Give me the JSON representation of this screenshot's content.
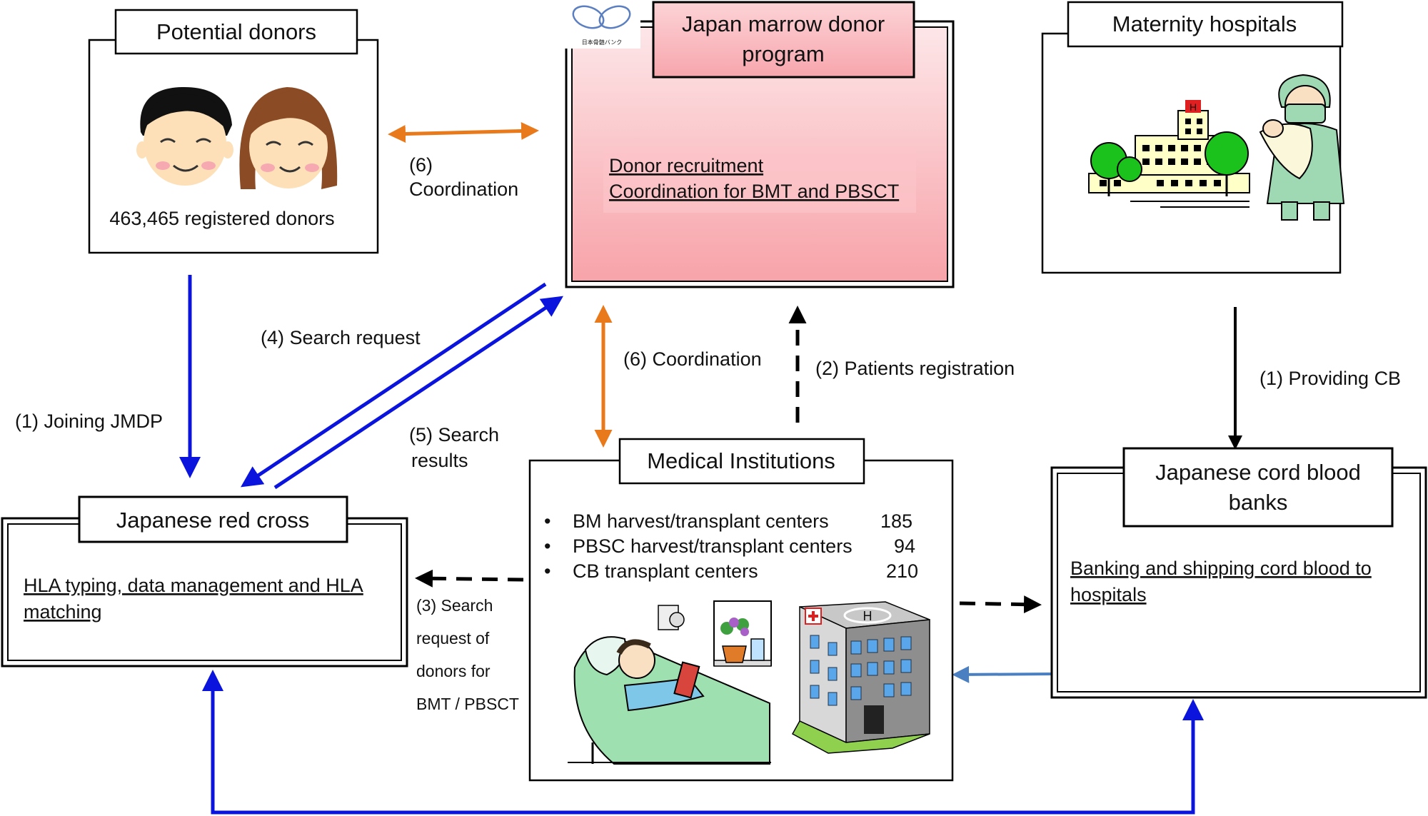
{
  "boxes": {
    "potential_donors": {
      "title": "Potential donors",
      "count_text": "463,465 registered donors"
    },
    "jmdp": {
      "title_line1": "Japan marrow donor",
      "title_line2": "program",
      "logo_text": "日本骨髄バンク",
      "duty_line1": "Donor recruitment ",
      "duty_line2": "Coordination for BMT and PBSCT"
    },
    "maternity": {
      "title": "Maternity hospitals"
    },
    "red_cross": {
      "title": "Japanese red cross",
      "duty_line1": "HLA typing, data management and HLA",
      "duty_line2": "matching"
    },
    "medical": {
      "title": "Medical Institutions",
      "centers": [
        {
          "label": "BM harvest/transplant centers",
          "count": "185"
        },
        {
          "label": "PBSC harvest/transplant centers",
          "count": "94"
        },
        {
          "label": "CB transplant centers",
          "count": "210"
        }
      ]
    },
    "cord_blood": {
      "title_line1": "Japanese cord blood",
      "title_line2": "banks",
      "duty_line1": "Banking and shipping cord blood to",
      "duty_line2": "hospitals"
    }
  },
  "labels": {
    "coordination_top_1": "(6)",
    "coordination_top_2": "Coordination",
    "search_request": "(4) Search request",
    "search_results_1": "(5) Search",
    "search_results_2": "results",
    "joining": "(1) Joining JMDP",
    "coordination_mid": "(6) Coordination",
    "patients_registration": "(2) Patients registration",
    "providing_cb": "(1) Providing CB",
    "search_donors_1": "(3) Search",
    "search_donors_2": "request of",
    "search_donors_3": "donors for",
    "search_donors_4": "BMT / PBSCT"
  },
  "colors": {
    "blue_arrow": "#0a14dc",
    "orange_arrow": "#e87a1c",
    "steel_arrow": "#4a7fc1",
    "jmdp_fill_top": "#fde6e8",
    "jmdp_fill_bottom": "#f7a3a9"
  },
  "icons": [
    "faces-icon",
    "maternity-hospital-icon",
    "nurse-baby-icon",
    "patient-bed-icon",
    "hospital-building-icon",
    "jmdp-logo-icon"
  ]
}
